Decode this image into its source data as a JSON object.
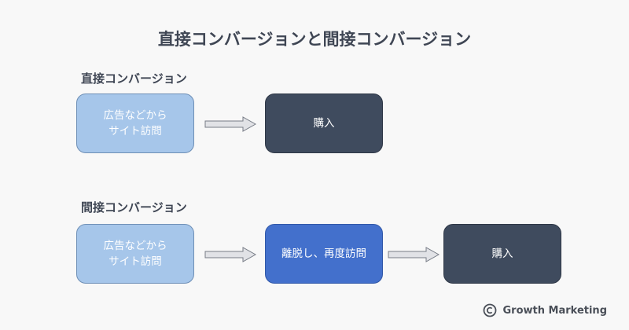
{
  "title": "直接コンバージョンと間接コンバージョン",
  "sections": [
    {
      "heading": "直接コンバージョン",
      "steps": [
        {
          "label": "広告などから\nサイト訪問",
          "style": "light"
        },
        {
          "label": "購入",
          "style": "dark"
        }
      ]
    },
    {
      "heading": "間接コンバージョン",
      "steps": [
        {
          "label": "広告などから\nサイト訪問",
          "style": "light"
        },
        {
          "label": "離脱し、再度訪問",
          "style": "blue"
        },
        {
          "label": "購入",
          "style": "dark"
        }
      ]
    }
  ],
  "brand": {
    "name": "Growth Marketing",
    "logo_icon": "copyright-icon"
  },
  "colors": {
    "light_box": "#a6c6ea",
    "dark_box": "#3f4b5e",
    "blue_box": "#4370cc",
    "arrow_fill": "#e1e2e6",
    "arrow_stroke": "#777c86"
  }
}
